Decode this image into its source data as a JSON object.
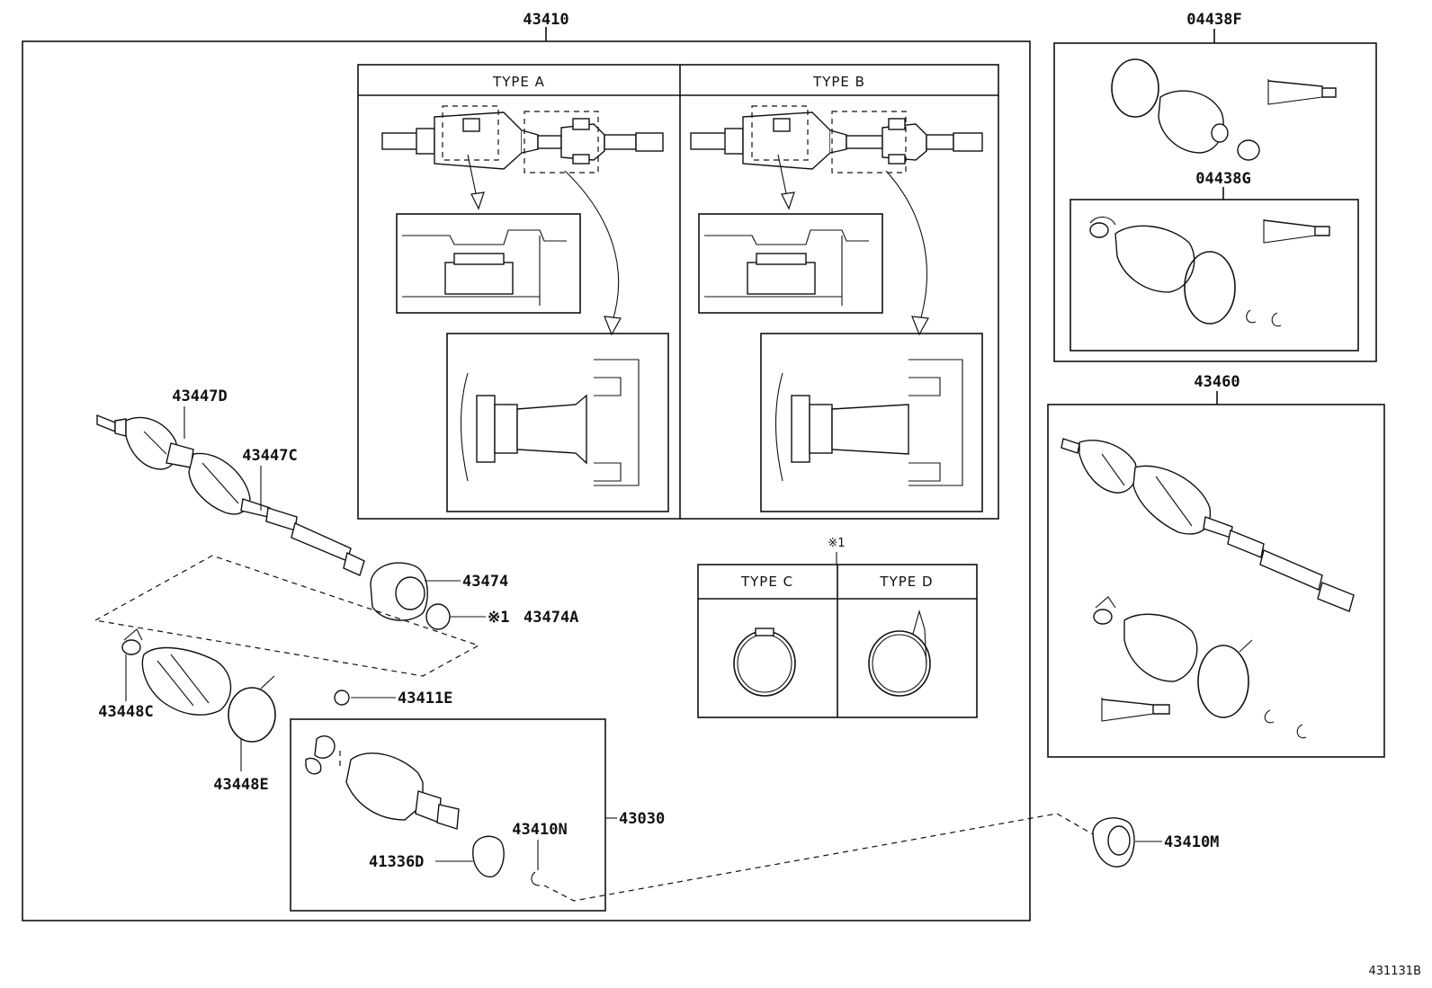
{
  "labels": {
    "assy_main": "43410",
    "kit_outer_boot": "04438F",
    "kit_inner_boot": "04438G",
    "assy_rh": "43460",
    "outer_joint": "43447D",
    "shaft_boot_band": "43447C",
    "damper": "43474",
    "damper_clip": "43474A",
    "damper_clip_mark": "※1",
    "inner_boot_clamp": "43448C",
    "inner_boot_band": "43448E",
    "snap_ring": "43411E",
    "inner_joint": "43030",
    "dust_seal": "41336D",
    "hole_snap_ring": "43410N",
    "bearing": "43410M",
    "note_mark": "※1",
    "figure_code": "431131B"
  },
  "types": {
    "a": "TYPE A",
    "b": "TYPE B",
    "c": "TYPE C",
    "d": "TYPE D"
  }
}
